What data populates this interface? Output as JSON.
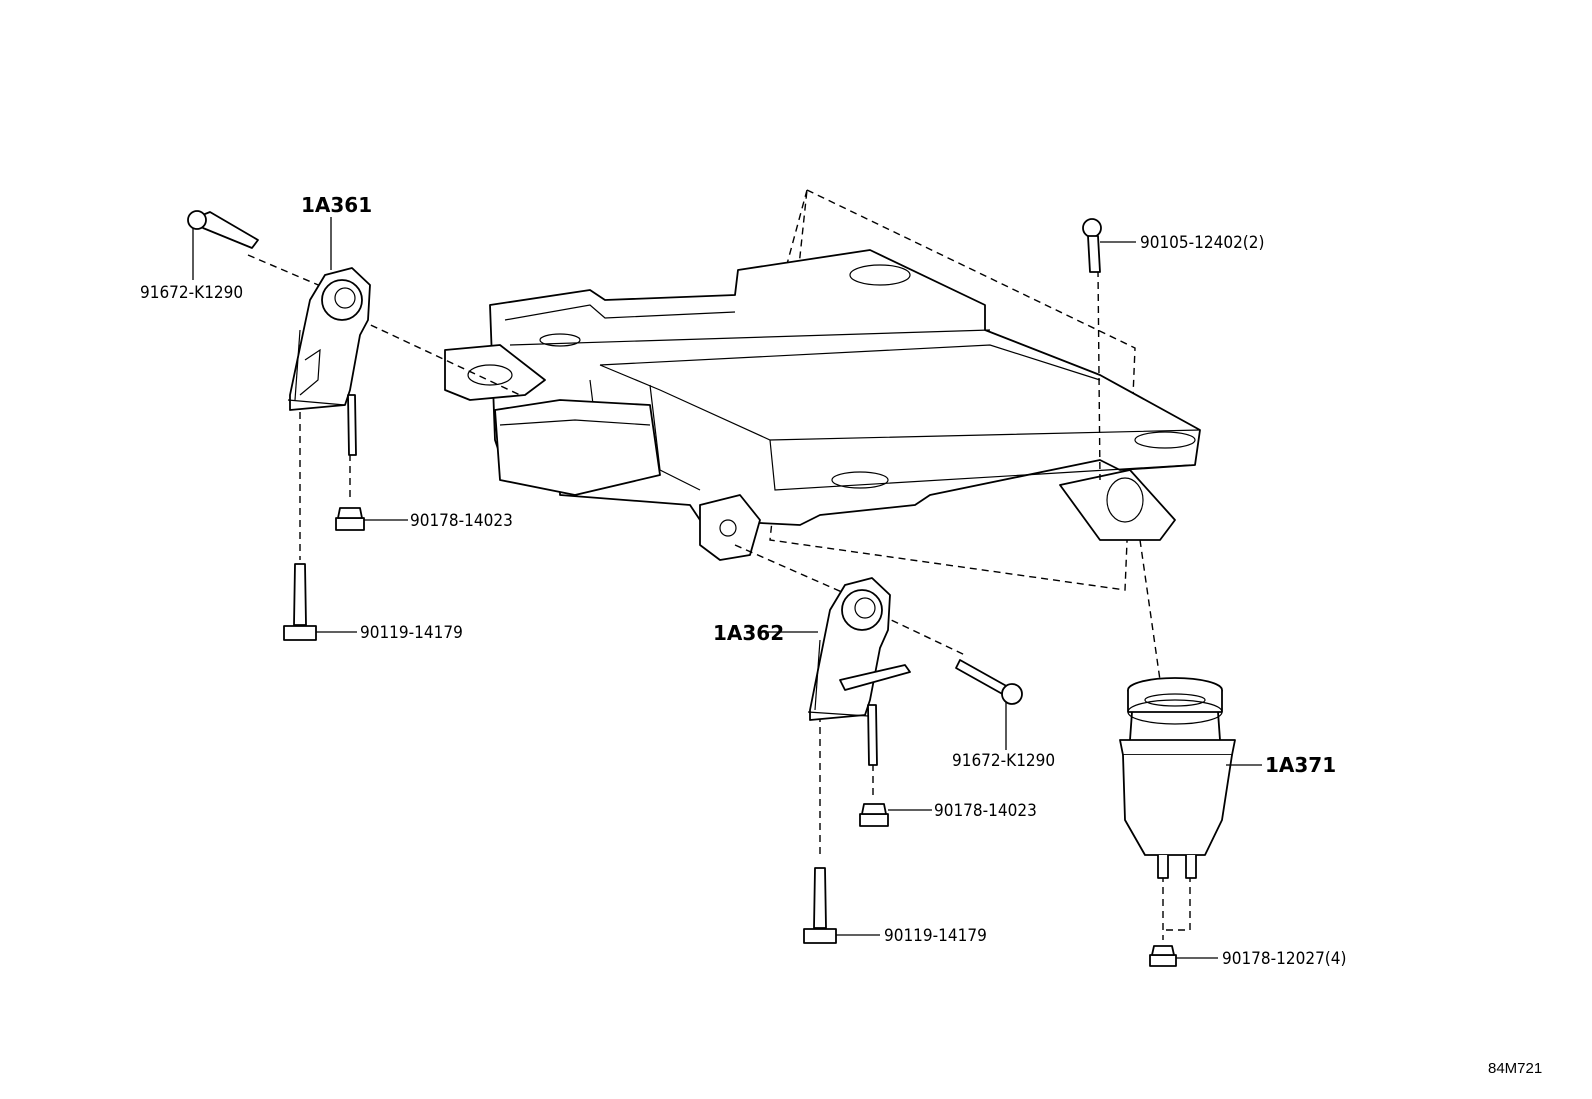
{
  "callouts": {
    "mount_1a361": "1A361",
    "mount_1a362": "1A362",
    "mount_1a371": "1A371",
    "bolt_top_left": "91672-K1290",
    "bolt_mid_right": "91672-K1290",
    "bolt_top_right": "90105-12402(2)",
    "nut_left": "90178-14023",
    "nut_mid": "90178-14023",
    "stud_left": "90119-14179",
    "stud_mid": "90119-14179",
    "nut_right": "90178-12027(4)"
  },
  "drawing_code": "84M721"
}
